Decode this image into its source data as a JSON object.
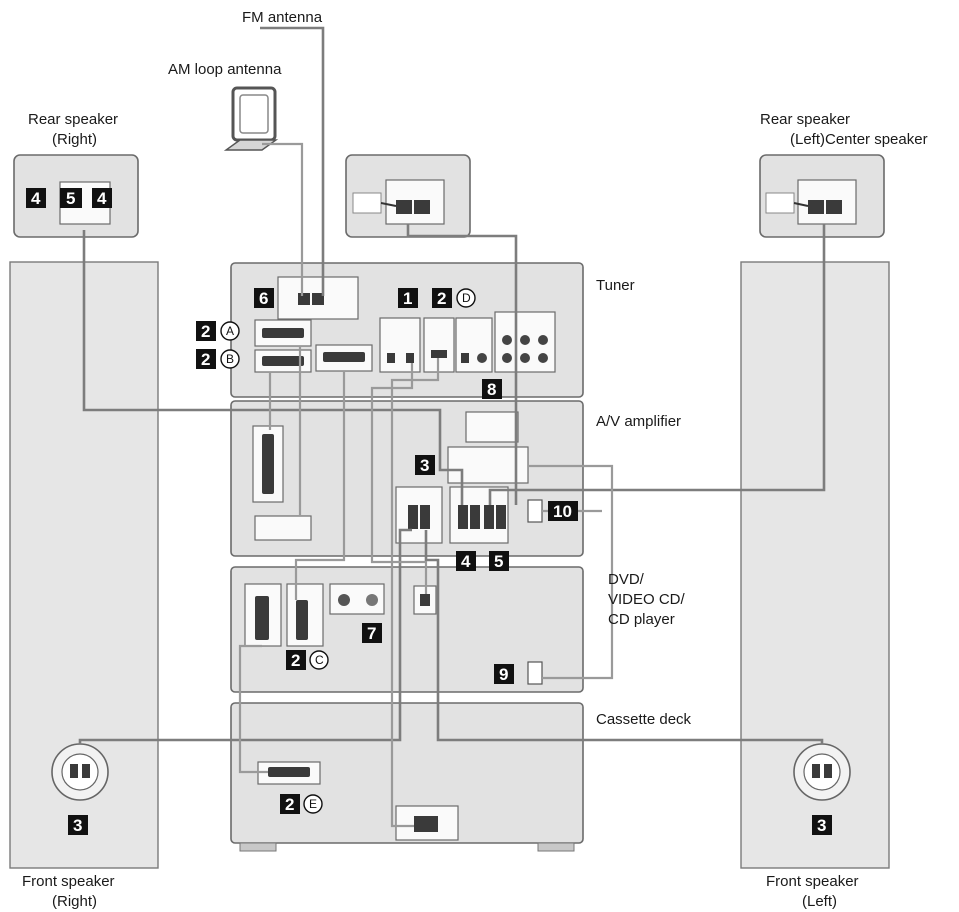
{
  "labels": {
    "fm_antenna": "FM antenna",
    "am_antenna": "AM loop antenna",
    "rear_right_l1": "Rear speaker",
    "rear_right_l2": "(Right)",
    "rear_left_l1": "Rear speaker",
    "rear_left_l2": "(Left)Center speaker",
    "tuner": "Tuner",
    "amplifier": "A/V amplifier",
    "dvd_l1": "DVD/",
    "dvd_l2": "VIDEO CD/",
    "dvd_l3": "CD player",
    "cassette": "Cassette deck",
    "front_right_l1": "Front speaker",
    "front_right_l2": "(Right)",
    "front_left_l1": "Front speaker",
    "front_left_l2": "(Left)"
  },
  "markers": {
    "m1": "1",
    "m2": "2",
    "m3": "3",
    "m4": "4",
    "m5": "5",
    "m6": "6",
    "m7": "7",
    "m8": "8",
    "m9": "9",
    "m10": "10"
  },
  "letters": {
    "a": "A",
    "b": "B",
    "c": "C",
    "d": "D",
    "e": "E"
  },
  "colors": {
    "enclosure": "#e2e2e2",
    "outline": "#6b6b6b",
    "wire": "#7d7d7d",
    "marker": "#111111"
  }
}
